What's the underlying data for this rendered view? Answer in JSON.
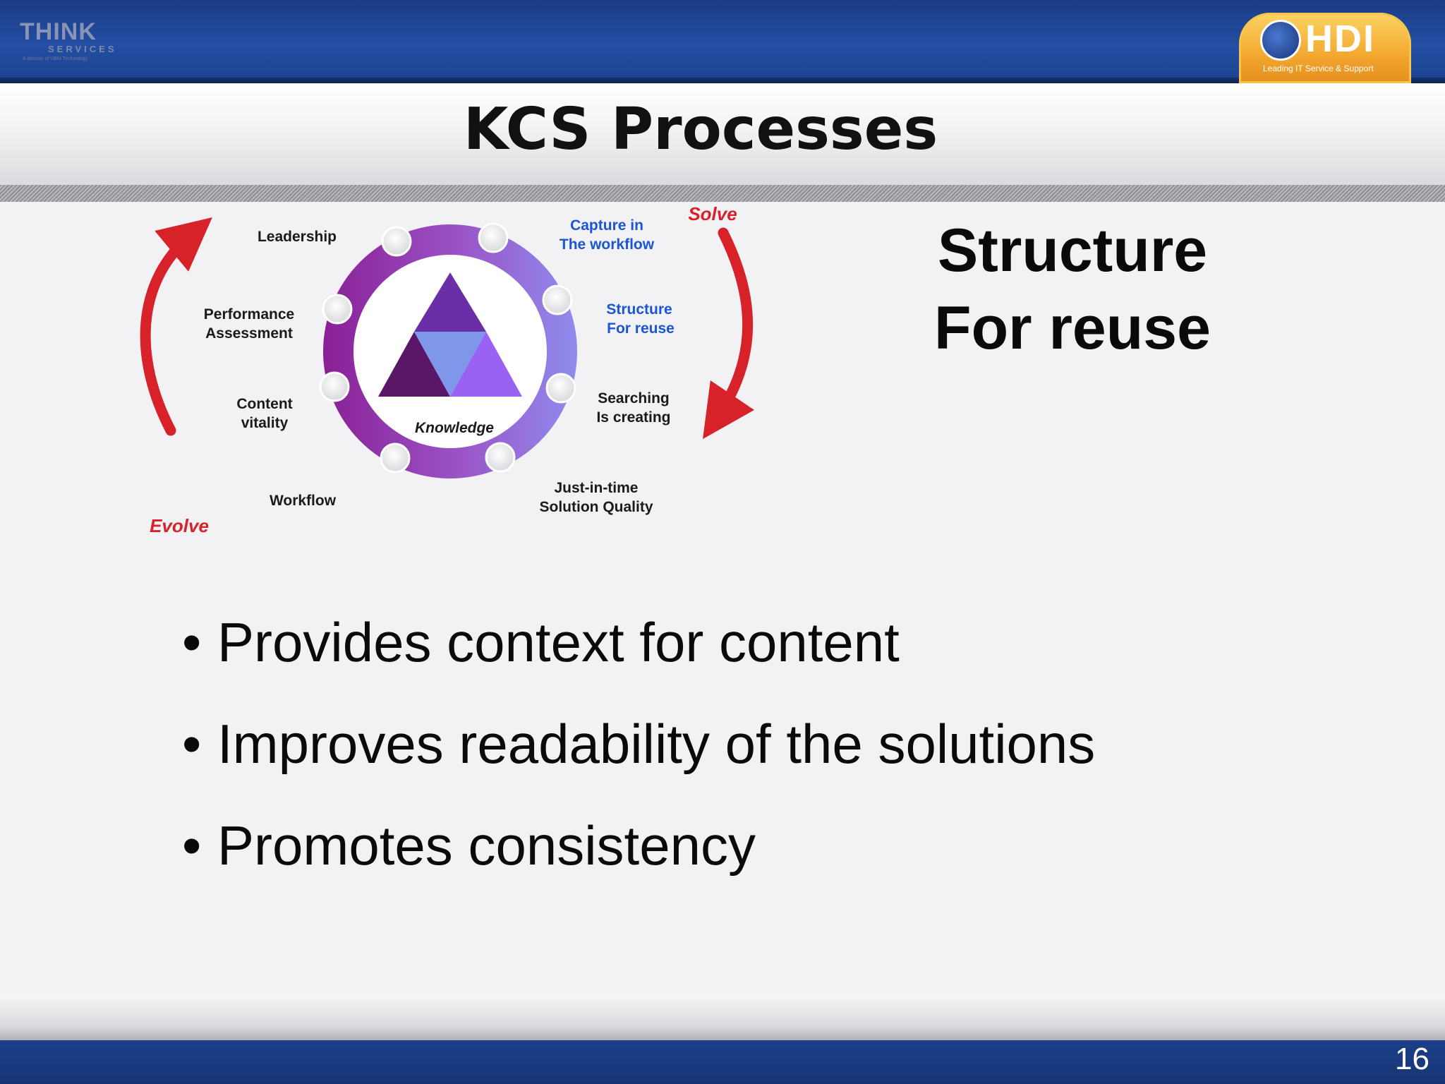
{
  "header": {
    "left_logo": {
      "word": "THINK",
      "sub": "SERVICES",
      "tag": "A division of UBM Technology"
    },
    "right_logo": {
      "word": "HDI",
      "tag": "Leading IT Service & Support",
      "icon": "globe-icon"
    }
  },
  "title": "KCS Processes",
  "diagram": {
    "center_label": "Knowledge",
    "cycle_labels": {
      "solve": "Solve",
      "evolve": "Evolve"
    },
    "solve_items": [
      {
        "line1": "Capture in",
        "line2": "The workflow"
      },
      {
        "line1": "Structure",
        "line2": "For reuse"
      },
      {
        "line1": "Searching",
        "line2": "Is creating"
      },
      {
        "line1": "Just-in-time",
        "line2": "Solution Quality"
      }
    ],
    "evolve_items": [
      {
        "line1": "Leadership",
        "line2": ""
      },
      {
        "line1": "Performance",
        "line2": "Assessment"
      },
      {
        "line1": "Content",
        "line2": "vitality"
      },
      {
        "line1": "Workflow",
        "line2": ""
      }
    ],
    "colors": {
      "highlight": "#1a55d6",
      "arrow": "#d8222a",
      "ring_dark": "#8a2a9a",
      "ring_light": "#8a86e8"
    }
  },
  "heading": {
    "line1": "Structure",
    "line2": "For reuse"
  },
  "bullets": [
    "Provides context for content",
    "Improves readability of the solutions",
    "Promotes consistency"
  ],
  "slide_number": "16"
}
